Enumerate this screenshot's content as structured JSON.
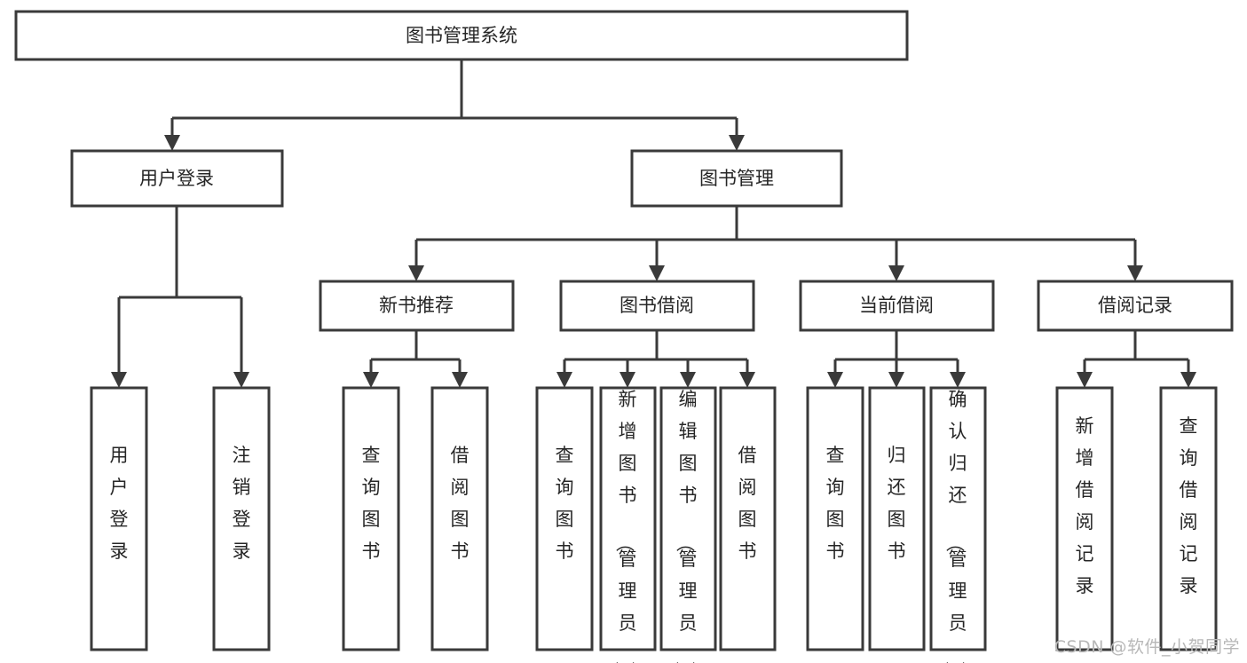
{
  "diagram": {
    "type": "hierarchy-tree",
    "title": "图书管理系统",
    "watermark": "CSDN @软件_小贺同学",
    "colors": {
      "box_stroke": "#3a3a3a",
      "box_fill": "#ffffff",
      "text": "#262626",
      "edge": "#3a3a3a",
      "background": "#ffffff",
      "watermark": "#b8b8b8"
    },
    "root": {
      "id": "root",
      "label": "图书管理系统"
    },
    "level1": [
      {
        "id": "user-login",
        "label": "用户登录"
      },
      {
        "id": "book-manage",
        "label": "图书管理"
      }
    ],
    "level2": [
      {
        "id": "new-book-recommend",
        "label": "新书推荐",
        "parent": "book-manage"
      },
      {
        "id": "book-borrow",
        "label": "图书借阅",
        "parent": "book-manage"
      },
      {
        "id": "current-borrow",
        "label": "当前借阅",
        "parent": "book-manage"
      },
      {
        "id": "borrow-record",
        "label": "借阅记录",
        "parent": "book-manage"
      }
    ],
    "leaves": {
      "user-login": [
        {
          "id": "leaf-user-login",
          "label": "用户登录"
        },
        {
          "id": "leaf-user-logout",
          "label": "注销登录"
        }
      ],
      "new-book-recommend": [
        {
          "id": "leaf-query-book-1",
          "label": "查询图书"
        },
        {
          "id": "leaf-borrow-book-1",
          "label": "借阅图书"
        }
      ],
      "book-borrow": [
        {
          "id": "leaf-query-book-2",
          "label": "查询图书"
        },
        {
          "id": "leaf-add-book",
          "label": "新增图书（管理员）"
        },
        {
          "id": "leaf-edit-book",
          "label": "编辑图书（管理员）"
        },
        {
          "id": "leaf-borrow-book-2",
          "label": "借阅图书"
        }
      ],
      "current-borrow": [
        {
          "id": "leaf-query-book-3",
          "label": "查询图书"
        },
        {
          "id": "leaf-return-book",
          "label": "归还图书"
        },
        {
          "id": "leaf-confirm-return",
          "label": "确认归还（管理员）"
        }
      ],
      "borrow-record": [
        {
          "id": "leaf-add-record",
          "label": "新增借阅记录"
        },
        {
          "id": "leaf-query-record",
          "label": "查询借阅记录"
        }
      ]
    }
  }
}
